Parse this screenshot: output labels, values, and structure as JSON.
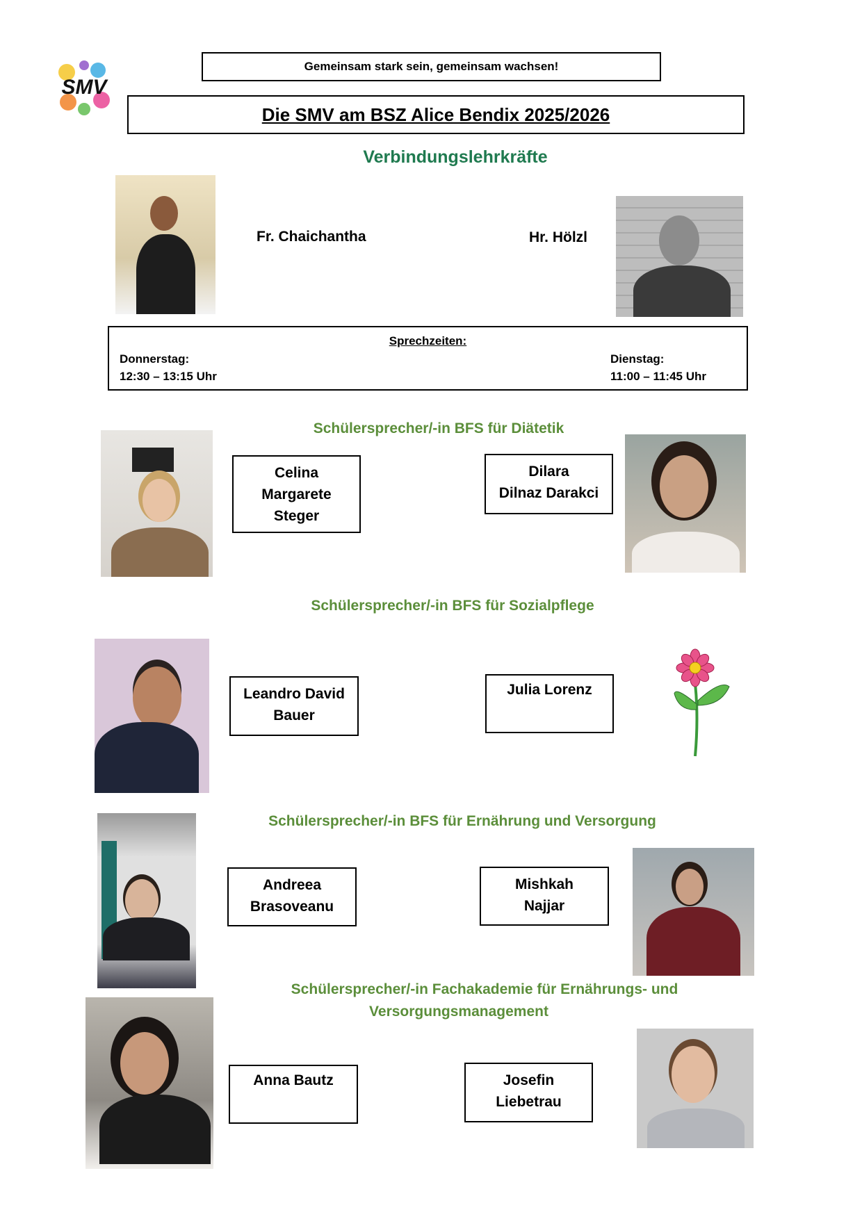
{
  "header": {
    "logo_text": "SMV",
    "tagline": "Gemeinsam stark sein, gemeinsam wachsen!",
    "title": "Die SMV am BSZ Alice Bendix 2025/2026"
  },
  "teachers": {
    "heading": "Verbindungslehrkräfte",
    "left_name": "Fr. Chaichantha",
    "right_name": "Hr. Hölzl",
    "office_hours": {
      "label": "Sprechzeiten:",
      "left_day": "Donnerstag:",
      "left_time": "12:30 – 13:15 Uhr",
      "right_day": "Dienstag:",
      "right_time": "11:00 – 11:45 Uhr"
    }
  },
  "sections": [
    {
      "heading": "Schülersprecher/-in BFS für Diätetik",
      "left": [
        "Celina",
        "Margarete",
        "Steger"
      ],
      "right": [
        "Dilara",
        "Dilnaz Darakci"
      ]
    },
    {
      "heading": "Schülersprecher/-in BFS für Sozialpflege",
      "left": [
        "Leandro David",
        "Bauer"
      ],
      "right": [
        "Julia Lorenz"
      ]
    },
    {
      "heading": "Schülersprecher/-in BFS für Ernährung und Versorgung",
      "left": [
        "Andreea",
        "Brasoveanu"
      ],
      "right": [
        "Mishkah",
        "Najjar"
      ]
    },
    {
      "heading_lines": [
        "Schülersprecher/-in Fachakademie für Ernährungs- und",
        "Versorgungsmanagement"
      ],
      "left": [
        "Anna Bautz"
      ],
      "right": [
        "Josefin",
        "Liebetrau"
      ]
    }
  ],
  "colors": {
    "teacher_heading": "#1f7a4f",
    "section_heading": "#5b8e3a"
  }
}
